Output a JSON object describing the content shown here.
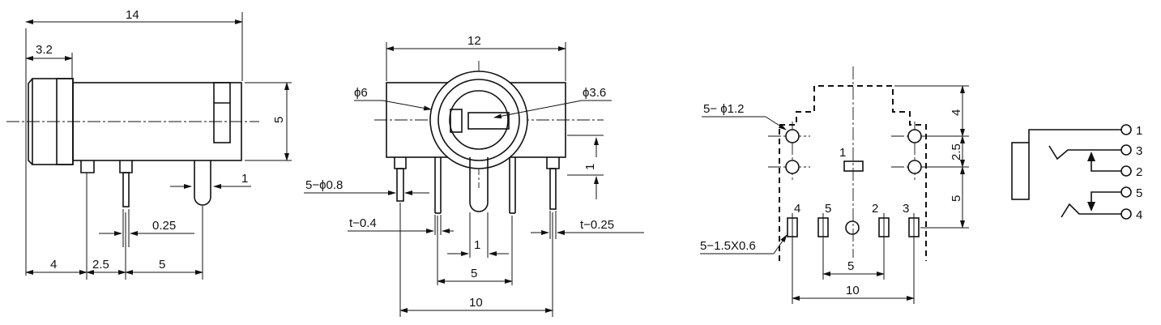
{
  "side_view": {
    "dim_length": "14",
    "dim_cap": "3.2",
    "dim_height": "5",
    "dim_pin_height": "1",
    "dim_pin_width": "0.25",
    "dim_offset": "4",
    "dim_pitch_a": "2.5",
    "dim_pitch_b": "5"
  },
  "front_view": {
    "dim_width": "12",
    "dim_outer_dia": "ϕ6",
    "dim_bore_dia": "ϕ3.6",
    "dim_pin_dia": "5−ϕ0.8",
    "dim_thickness_a": "t−0.4",
    "dim_thickness_b": "t−0.25",
    "dim_rise": "1",
    "dim_center": "1",
    "dim_spacing": "5",
    "dim_span": "10"
  },
  "pcb_view": {
    "dim_hole": "5− ϕ1.2",
    "dim_slot": "5−1.5X0.6",
    "dim_top": "4",
    "dim_mid": "2.5",
    "dim_bottom": "5",
    "dim_slot_spacing": "5",
    "dim_span": "10",
    "pad_label_1": "1",
    "pad_label_4": "4",
    "pad_label_5": "5",
    "pad_label_2": "2",
    "pad_label_3": "3"
  },
  "schematic": {
    "pin_1": "1",
    "pin_3": "3",
    "pin_2": "2",
    "pin_5": "5",
    "pin_4": "4"
  }
}
